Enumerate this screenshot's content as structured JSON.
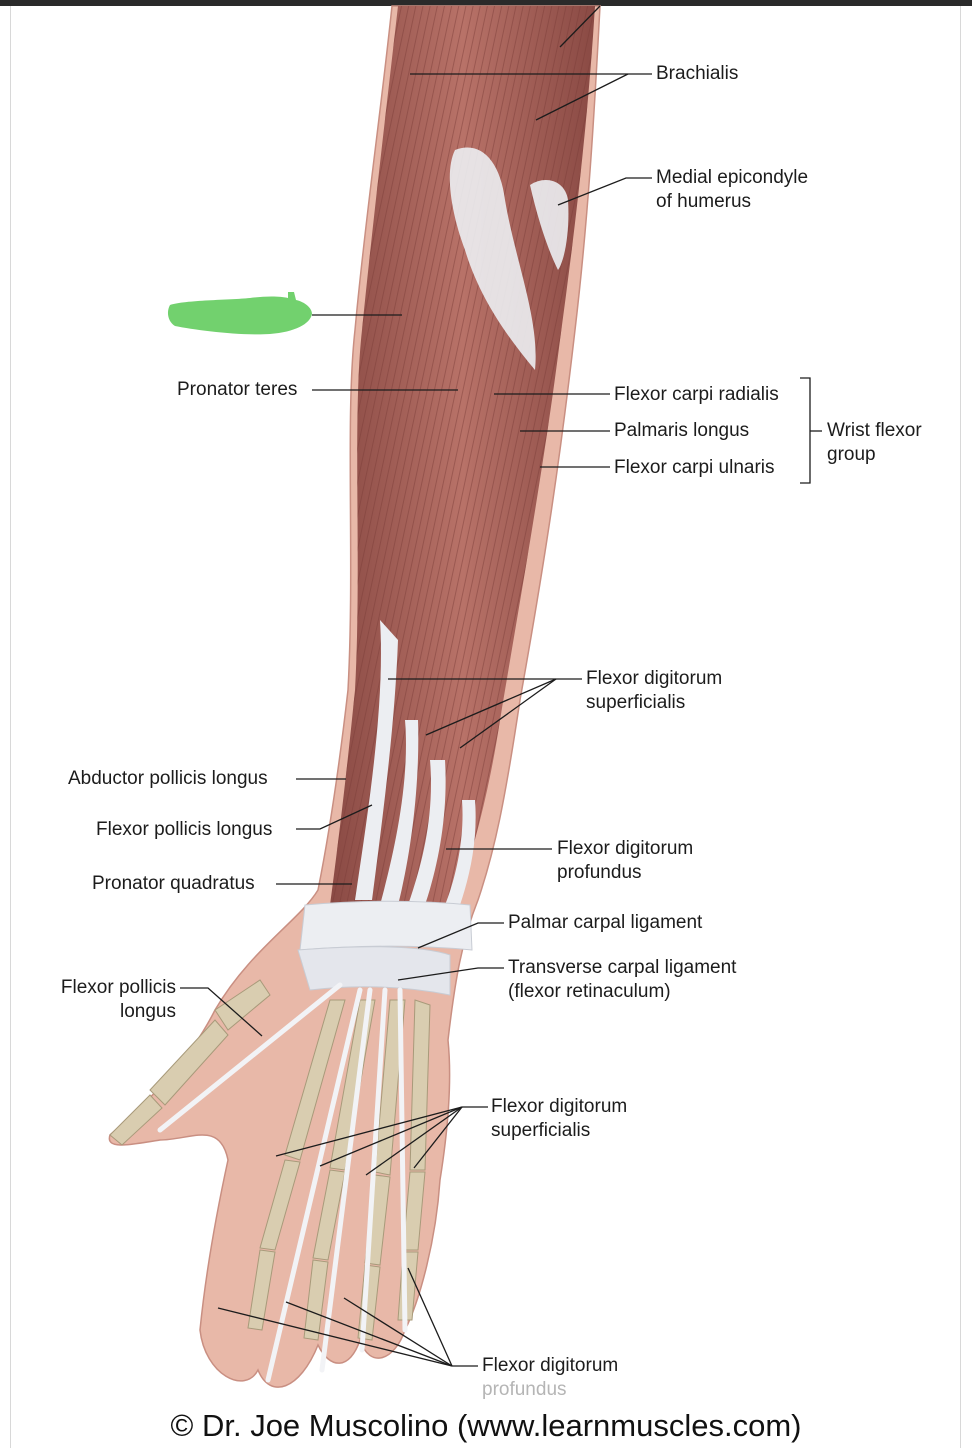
{
  "colors": {
    "muscle": "#a9625a",
    "muscle_dark": "#8a4a44",
    "skin": "#e8b8a8",
    "bone": "#d9cdb0",
    "tendon": "#eceef2",
    "highlight": "#72d16e"
  },
  "highlight_marker": {
    "icon": "green-blob-marker"
  },
  "labels": {
    "brachialis": "Brachialis",
    "medial_epicondyle": [
      "Medial epicondyle",
      "of humerus"
    ],
    "pronator_teres": "Pronator teres",
    "flexor_carpi_radialis": "Flexor carpi radialis",
    "palmaris_longus": "Palmaris longus",
    "flexor_carpi_ulnaris": "Flexor carpi ulnaris",
    "wrist_flexor_group": [
      "Wrist flexor",
      "group"
    ],
    "fds_forearm": [
      "Flexor digitorum",
      "superficialis"
    ],
    "abductor_pollicis_longus": "Abductor pollicis longus",
    "flexor_pollicis_longus_forearm": "Flexor pollicis longus",
    "fdp_forearm": [
      "Flexor digitorum",
      "profundus"
    ],
    "pronator_quadratus": "Pronator quadratus",
    "palmar_carpal_ligament": "Palmar carpal ligament",
    "transverse_carpal_ligament": [
      "Transverse carpal ligament",
      "(flexor retinaculum)"
    ],
    "flexor_pollicis_longus_hand": [
      "Flexor pollicis",
      "longus"
    ],
    "fds_hand": [
      "Flexor digitorum",
      "superficialis"
    ],
    "fdp_hand": [
      "Flexor digitorum",
      "profundus"
    ]
  },
  "copyright": "© Dr. Joe Muscolino (www.learnmuscles.com)"
}
